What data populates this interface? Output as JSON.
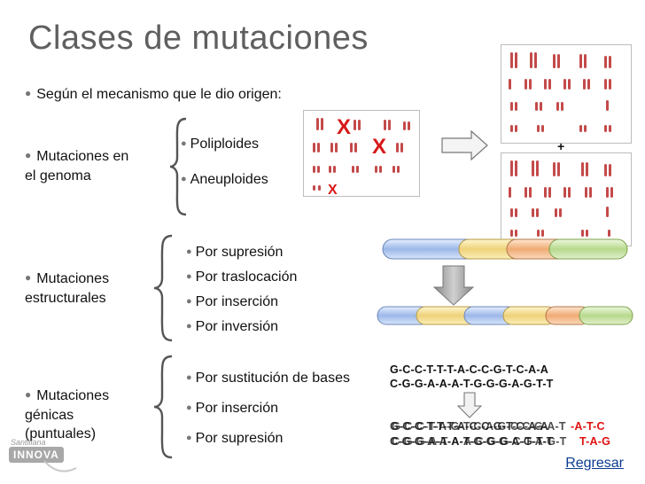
{
  "title": "Clases de mutaciones",
  "intro": "Según el mecanismo que le dio origen:",
  "groups": {
    "genome": {
      "label": "Mutaciones en\nel genoma",
      "items": [
        "Poliploides",
        "Aneuploides"
      ]
    },
    "structural": {
      "label": "Mutaciones\nestructurales",
      "items": [
        "Por supresión",
        "Por traslocación",
        "Por inserción",
        "Por inversión"
      ]
    },
    "genic": {
      "label": "Mutaciones\ngénicas\n(puntuales)",
      "items": [
        "Por sustitución de bases",
        "Por inserción",
        "Por supresión"
      ]
    }
  },
  "karyotype": {
    "mark": "X",
    "plus": "+"
  },
  "dna": {
    "original_top": "G-C-C-T-T-T-A-C-C-G-T-C-A-A",
    "original_bottom": "C-G-G-A-A-A-T-G-G-G-A-G-T-T",
    "mutated_top_overlap_a": "G-C-C-T-T-T-A-C-C-G-T-C-A-A",
    "mutated_top_overlap_b": "G-C-C-T-A-G-T-C-A-G-C-C-G-A-T",
    "mutated_top_red": "-A-T-C",
    "mutated_bottom_overlap_a": "C-G-G-A-A-A-T-G-G-G-A-G-T-T",
    "mutated_bottom_overlap_b": "C-G-G-A-T-A-A-C-G-G-C-T-A-G-T",
    "mutated_bottom_red": "T-A-G"
  },
  "nav": {
    "back": "Regresar"
  },
  "logo": {
    "brand_small": "Santillana",
    "brand": "INNOVA"
  },
  "colors": {
    "accent_red": "#e01010",
    "segment_blue": "#bcd3f2",
    "segment_yellow": "#f5df9a",
    "segment_orange": "#f3c39a",
    "segment_green": "#cfe6b0",
    "link": "#0b3d91"
  }
}
